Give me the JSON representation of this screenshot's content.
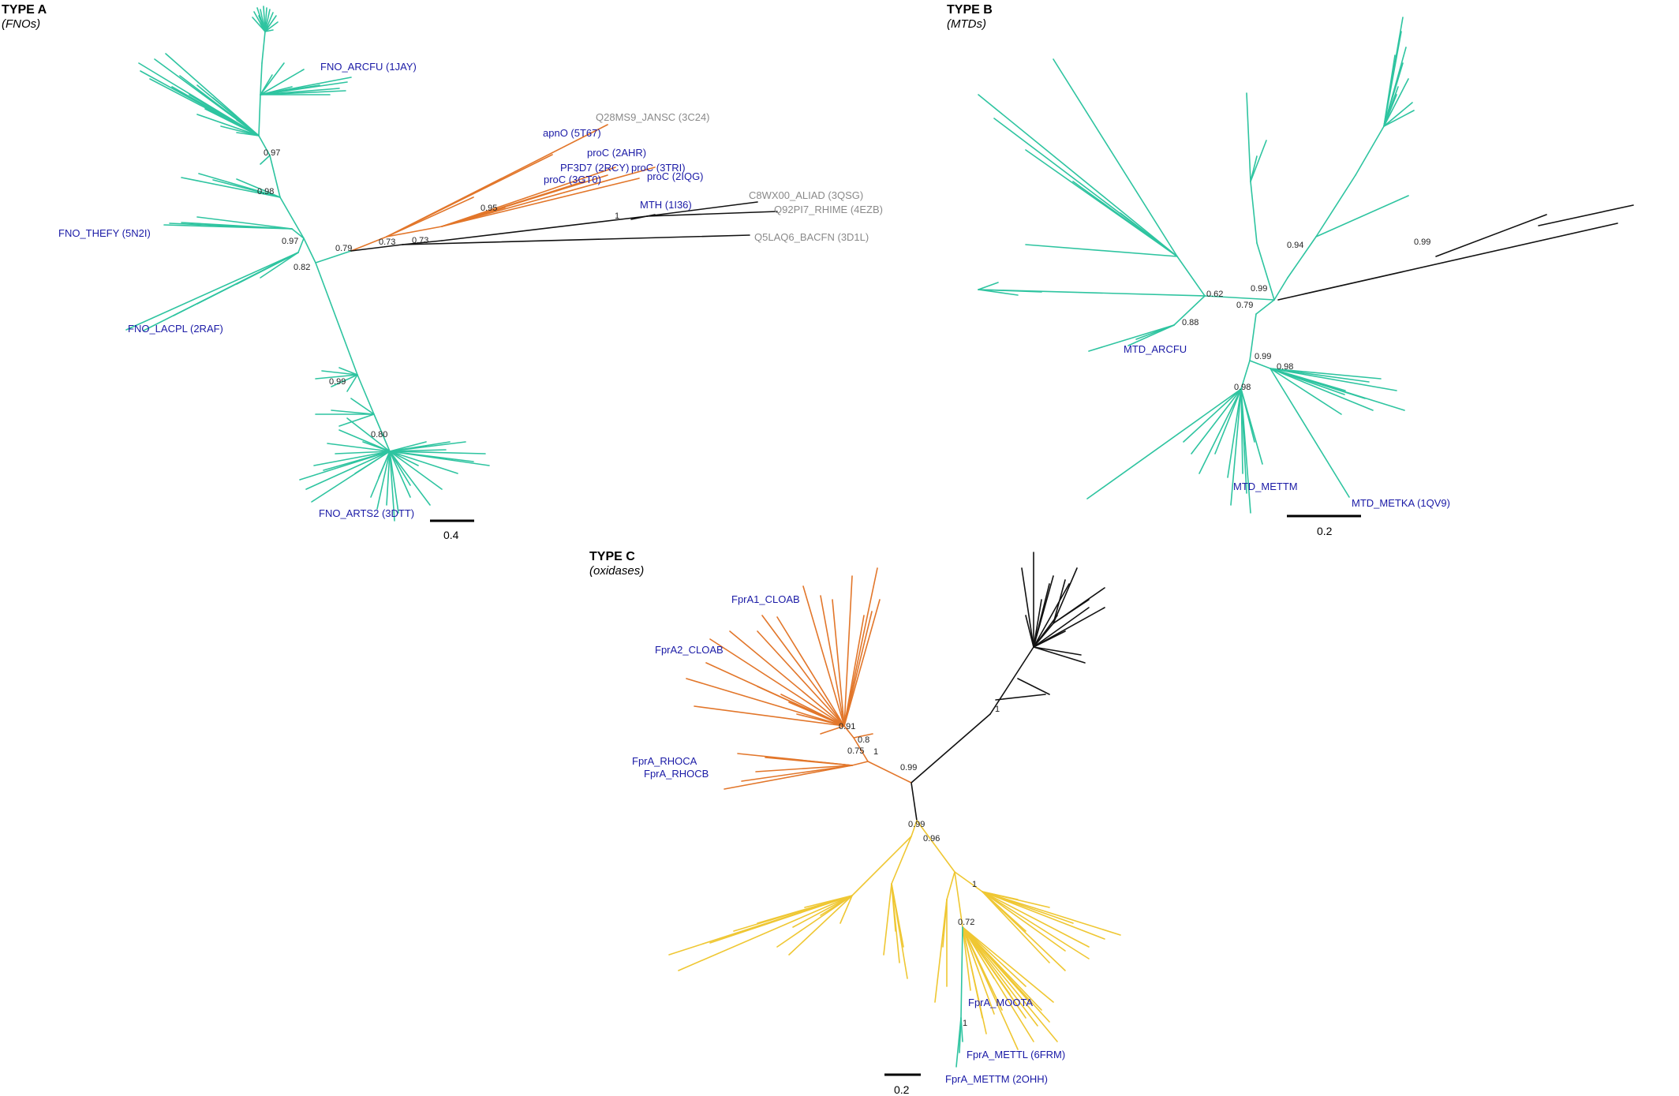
{
  "colors": {
    "teal": "#2ec4a0",
    "orange": "#e2762a",
    "yellow": "#efc733",
    "black": "#111111",
    "label_blue": "#1a1aa6",
    "label_gray": "#8a8a8a"
  },
  "panels": [
    {
      "id": "a",
      "title": "TYPE A",
      "subtitle": "(FNOs)",
      "scale_label": "0.4",
      "labels": [
        {
          "text": "FNO_ARCFU (1JAY)",
          "color": "blue"
        },
        {
          "text": "FNO_THEFY (5N2I)",
          "color": "blue"
        },
        {
          "text": "FNO_LACPL (2RAF)",
          "color": "blue"
        },
        {
          "text": "FNO_ARTS2 (3DTT)",
          "color": "blue"
        },
        {
          "text": "Q28MS9_JANSC (3C24)",
          "color": "gray"
        },
        {
          "text": "apnO (5T67)",
          "color": "blue"
        },
        {
          "text": "proC (2AHR)",
          "color": "blue"
        },
        {
          "text": "PF3D7 (2RCY)",
          "color": "blue"
        },
        {
          "text": "proC (3TRI)",
          "color": "blue"
        },
        {
          "text": "proC (3GT0)",
          "color": "blue"
        },
        {
          "text": "proC (2IQG)",
          "color": "blue"
        },
        {
          "text": "MTH (1I36)",
          "color": "blue"
        },
        {
          "text": "C8WX00_ALIAD (3QSG)",
          "color": "gray"
        },
        {
          "text": "Q92PI7_RHIME (4EZB)",
          "color": "gray"
        },
        {
          "text": "Q5LAQ6_BACFN (3D1L)",
          "color": "gray"
        }
      ],
      "supports": [
        "0.97",
        "0.98",
        "0.97",
        "0.82",
        "0.79",
        "0.73",
        "0.73",
        "0.95",
        "1",
        "0.99",
        "0.80"
      ]
    },
    {
      "id": "b",
      "title": "TYPE B",
      "subtitle": "(MTDs)",
      "scale_label": "0.2",
      "labels": [
        {
          "text": "MTD_ARCFU",
          "color": "blue"
        },
        {
          "text": "MTD_METTM",
          "color": "blue"
        },
        {
          "text": "MTD_METKA (1QV9)",
          "color": "blue"
        }
      ],
      "supports": [
        "0.94",
        "0.99",
        "0.62",
        "0.99",
        "0.79",
        "0.88",
        "0.99",
        "0.98",
        "0.98"
      ]
    },
    {
      "id": "c",
      "title": "TYPE C",
      "subtitle": "(oxidases)",
      "scale_label": "0.2",
      "labels": [
        {
          "text": "FprA1_CLOAB",
          "color": "blue"
        },
        {
          "text": "FprA2_CLOAB",
          "color": "blue"
        },
        {
          "text": "FprA_RHOCA",
          "color": "blue"
        },
        {
          "text": "FprA_RHOCB",
          "color": "blue"
        },
        {
          "text": "FprA_MOOTA",
          "color": "blue"
        },
        {
          "text": "FprA_METTL (6FRM)",
          "color": "blue"
        },
        {
          "text": "FprA_METTM (2OHH)",
          "color": "blue"
        }
      ],
      "supports": [
        "0.91",
        "0.8",
        "0.75",
        "1",
        "0.99",
        "1",
        "0.99",
        "0.96",
        "1",
        "0.72",
        "1"
      ]
    }
  ]
}
